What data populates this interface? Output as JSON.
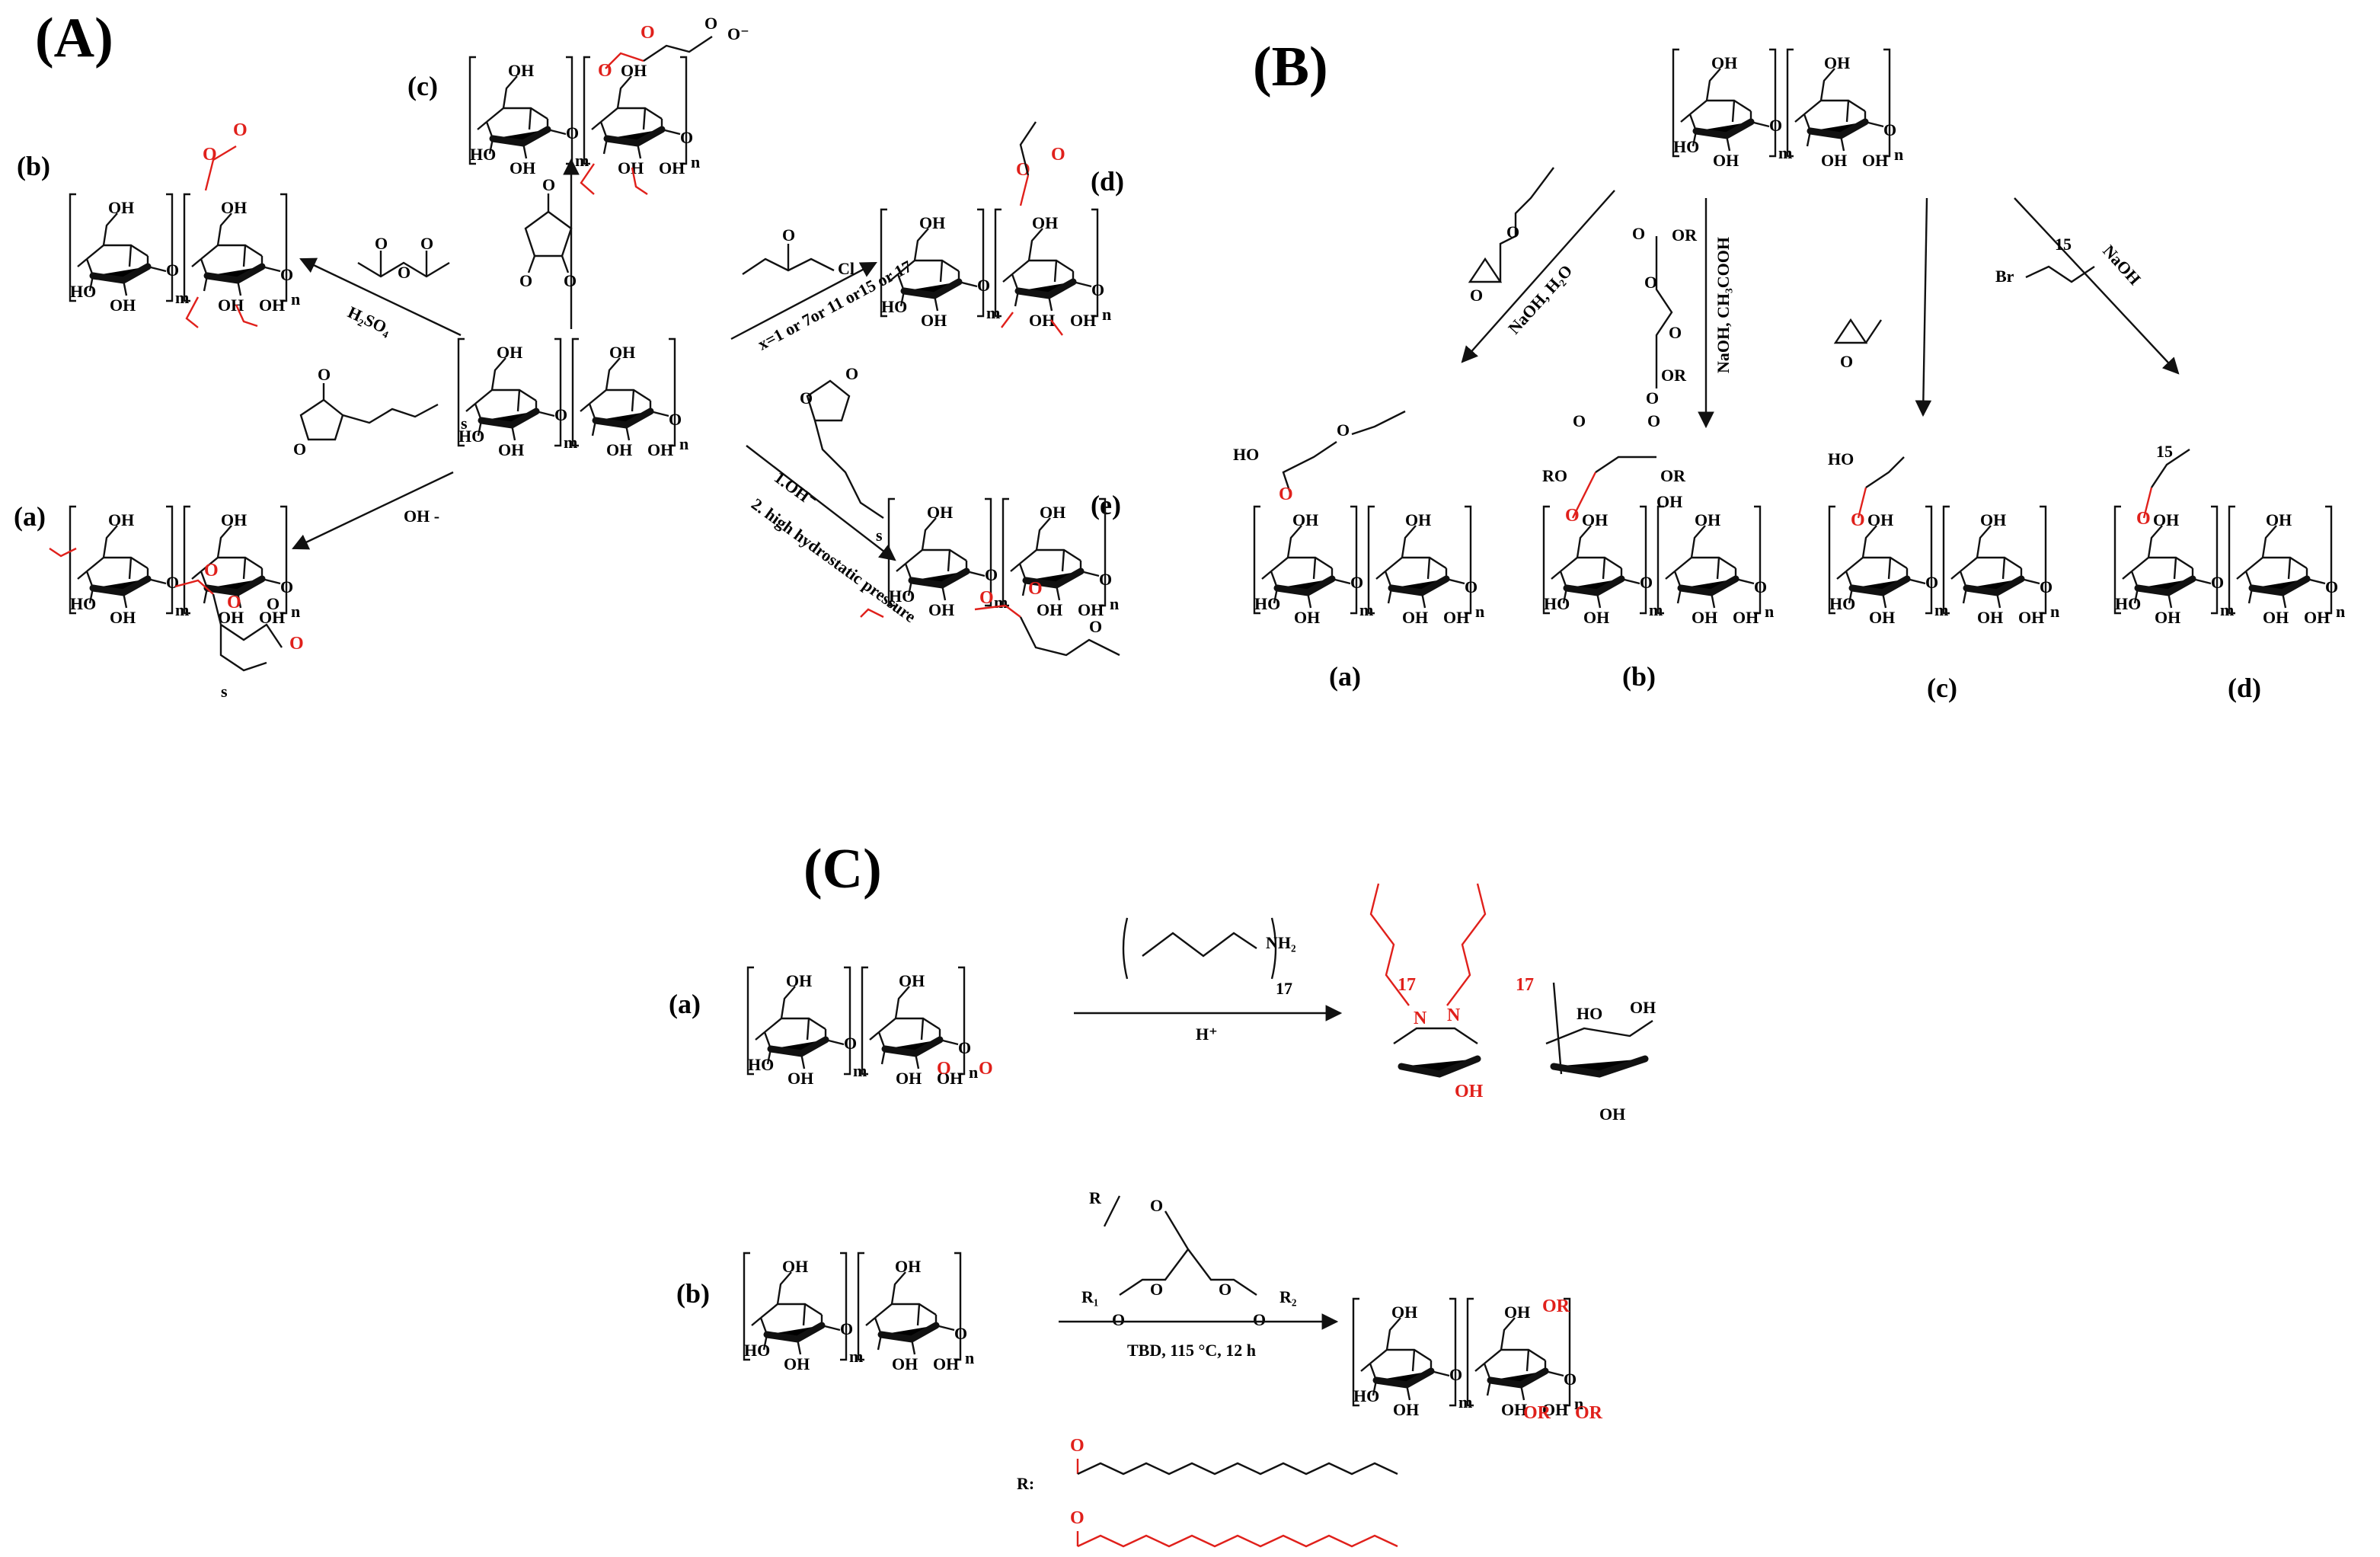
{
  "panels": {
    "A": {
      "label": "(A)",
      "sub_a": "(a)",
      "sub_b": "(b)",
      "sub_c": "(c)",
      "sub_d": "(d)",
      "sub_e": "(e)",
      "reagent_b": "H₂SO₄",
      "reagent_a": "OH -",
      "reagent_d_top": "x=1 or 7or 11 or15 or 17",
      "reagent_e_1": "1.OH⁻",
      "reagent_e_2": "2. high hydrostatic pressure",
      "acyl_cl": "Cl"
    },
    "B": {
      "label": "(B)",
      "sub_a": "(a)",
      "sub_b": "(b)",
      "sub_c": "(c)",
      "sub_d": "(d)",
      "reagent_a": "NaOH, H₂O",
      "reagent_b": "NaOH, CH₃COOH",
      "reagent_d": "NaOH",
      "br": "Br",
      "rep_15": "15",
      "or_1": "OR",
      "or_2": "OR",
      "ro": "RO",
      "or_3": "OR"
    },
    "C": {
      "label": "(C)",
      "sub_a": "(a)",
      "sub_b": "(b)",
      "amine": "NH₂",
      "amine_rep": "17",
      "acid": "H⁺",
      "rep_left": "17",
      "rep_right": "17",
      "n_left": "N",
      "n_right": "N",
      "tbd": "TBD, 115 °C, 12 h",
      "r_label": "R:",
      "r_g": "R",
      "r1": "R₁",
      "r2": "R₂",
      "or_a": "OR",
      "or_b": "OR",
      "or_c": "OR"
    }
  },
  "colors": {
    "modification": "#e0201b",
    "structure": "#111111"
  }
}
